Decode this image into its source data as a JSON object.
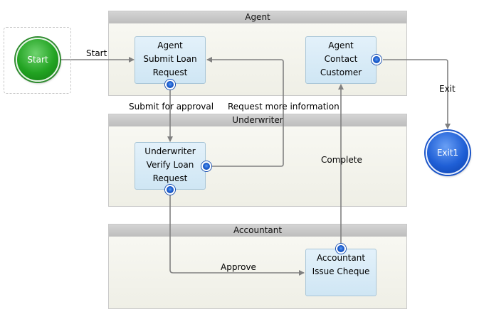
{
  "lanes": {
    "agent": "Agent",
    "underwriter": "Underwriter",
    "accountant": "Accountant"
  },
  "tasks": {
    "submit": {
      "role": "Agent",
      "line1": "Submit Loan",
      "line2": "Request"
    },
    "contact": {
      "role": "Agent",
      "line1": "Contact",
      "line2": "Customer"
    },
    "verify": {
      "role": "Underwriter",
      "line1": "Verify Loan",
      "line2": "Request"
    },
    "issue": {
      "role": "Accountant",
      "line1": "Issue Cheque"
    }
  },
  "events": {
    "start": "Start",
    "exit": "Exit1"
  },
  "edges": {
    "start": "Start",
    "submit_for_approval": "Submit for approval",
    "request_more_info": "Request more information",
    "complete": "Complete",
    "approve": "Approve",
    "exit": "Exit"
  },
  "colors": {
    "start_event": "#1f9a1f",
    "exit_event": "#1a54c8",
    "port": "#1f5fd0",
    "connector": "#808080"
  }
}
